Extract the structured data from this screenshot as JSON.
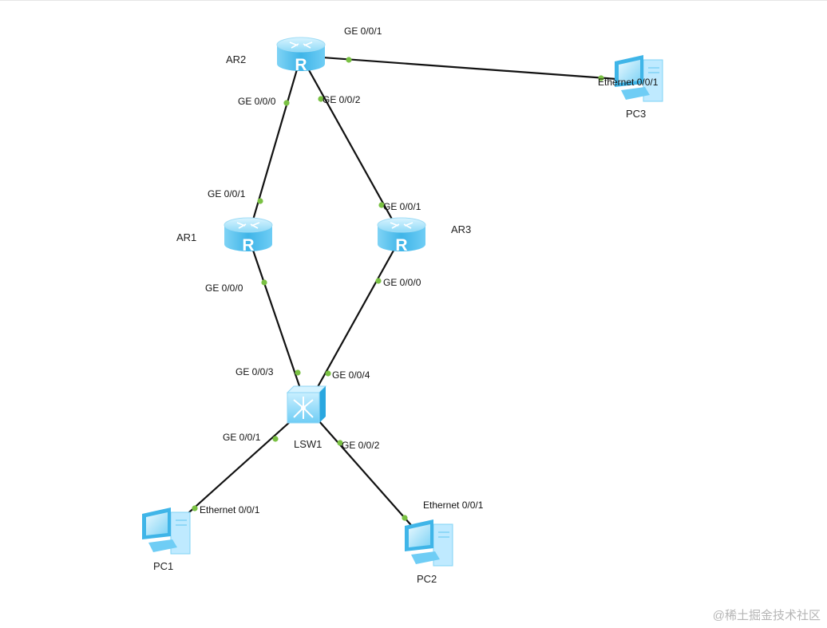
{
  "devices": [
    {
      "id": "AR2",
      "type": "router",
      "label": "AR2"
    },
    {
      "id": "AR1",
      "type": "router",
      "label": "AR1"
    },
    {
      "id": "AR3",
      "type": "router",
      "label": "AR3"
    },
    {
      "id": "LSW1",
      "type": "switch",
      "label": "LSW1"
    },
    {
      "id": "PC1",
      "type": "pc",
      "label": "PC1"
    },
    {
      "id": "PC2",
      "type": "pc",
      "label": "PC2"
    },
    {
      "id": "PC3",
      "type": "pc",
      "label": "PC3"
    }
  ],
  "links": [
    {
      "a": "AR2",
      "a_port": "GE 0/0/1",
      "b": "PC3",
      "b_port": "Ethernet 0/0/1"
    },
    {
      "a": "AR2",
      "a_port": "GE 0/0/0",
      "b": "AR1",
      "b_port": "GE 0/0/1"
    },
    {
      "a": "AR2",
      "a_port": "GE 0/0/2",
      "b": "AR3",
      "b_port": "GE 0/0/1"
    },
    {
      "a": "AR1",
      "a_port": "GE 0/0/0",
      "b": "LSW1",
      "b_port": "GE 0/0/3"
    },
    {
      "a": "AR3",
      "a_port": "GE 0/0/0",
      "b": "LSW1",
      "b_port": "GE 0/0/4"
    },
    {
      "a": "LSW1",
      "a_port": "GE 0/0/1",
      "b": "PC1",
      "b_port": "Ethernet 0/0/1"
    },
    {
      "a": "LSW1",
      "a_port": "GE 0/0/2",
      "b": "PC2",
      "b_port": "Ethernet 0/0/1"
    }
  ],
  "router_glyph": "R",
  "watermark": "@稀土掘金技术社区",
  "colors": {
    "link": "#111111",
    "port_dot": "#7ac143",
    "device_light": "#bfeaff",
    "device_mid": "#6fcdf5",
    "device_dark": "#2aa7e0"
  }
}
